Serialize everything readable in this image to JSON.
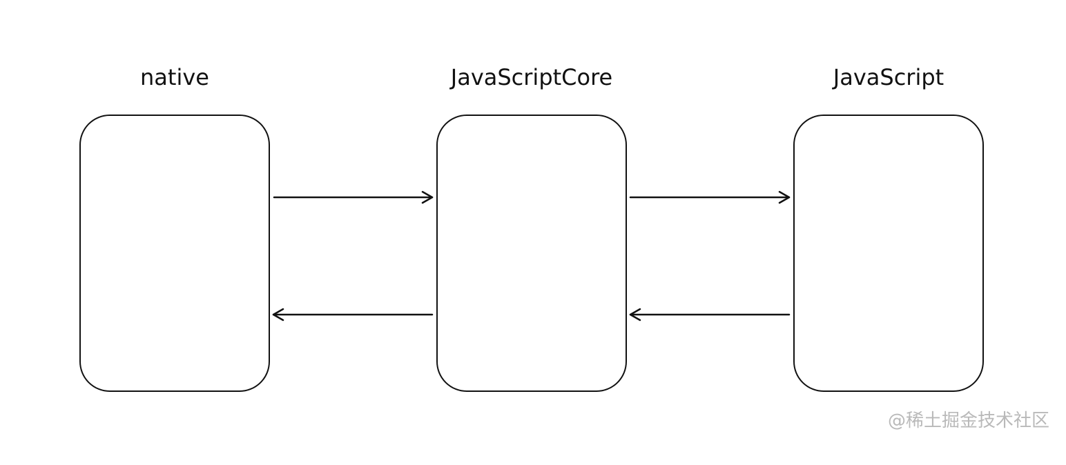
{
  "nodes": [
    {
      "id": "native",
      "label": "native"
    },
    {
      "id": "javascriptcore",
      "label": "JavaScriptCore"
    },
    {
      "id": "javascript",
      "label": "JavaScript"
    }
  ],
  "edges": [
    {
      "from": "native",
      "to": "javascriptcore"
    },
    {
      "from": "javascriptcore",
      "to": "native"
    },
    {
      "from": "javascriptcore",
      "to": "javascript"
    },
    {
      "from": "javascript",
      "to": "javascriptcore"
    }
  ],
  "watermark": "@稀土掘金技术社区",
  "colors": {
    "stroke": "#111111",
    "watermark": "#b9b9b9",
    "background": "#ffffff"
  }
}
